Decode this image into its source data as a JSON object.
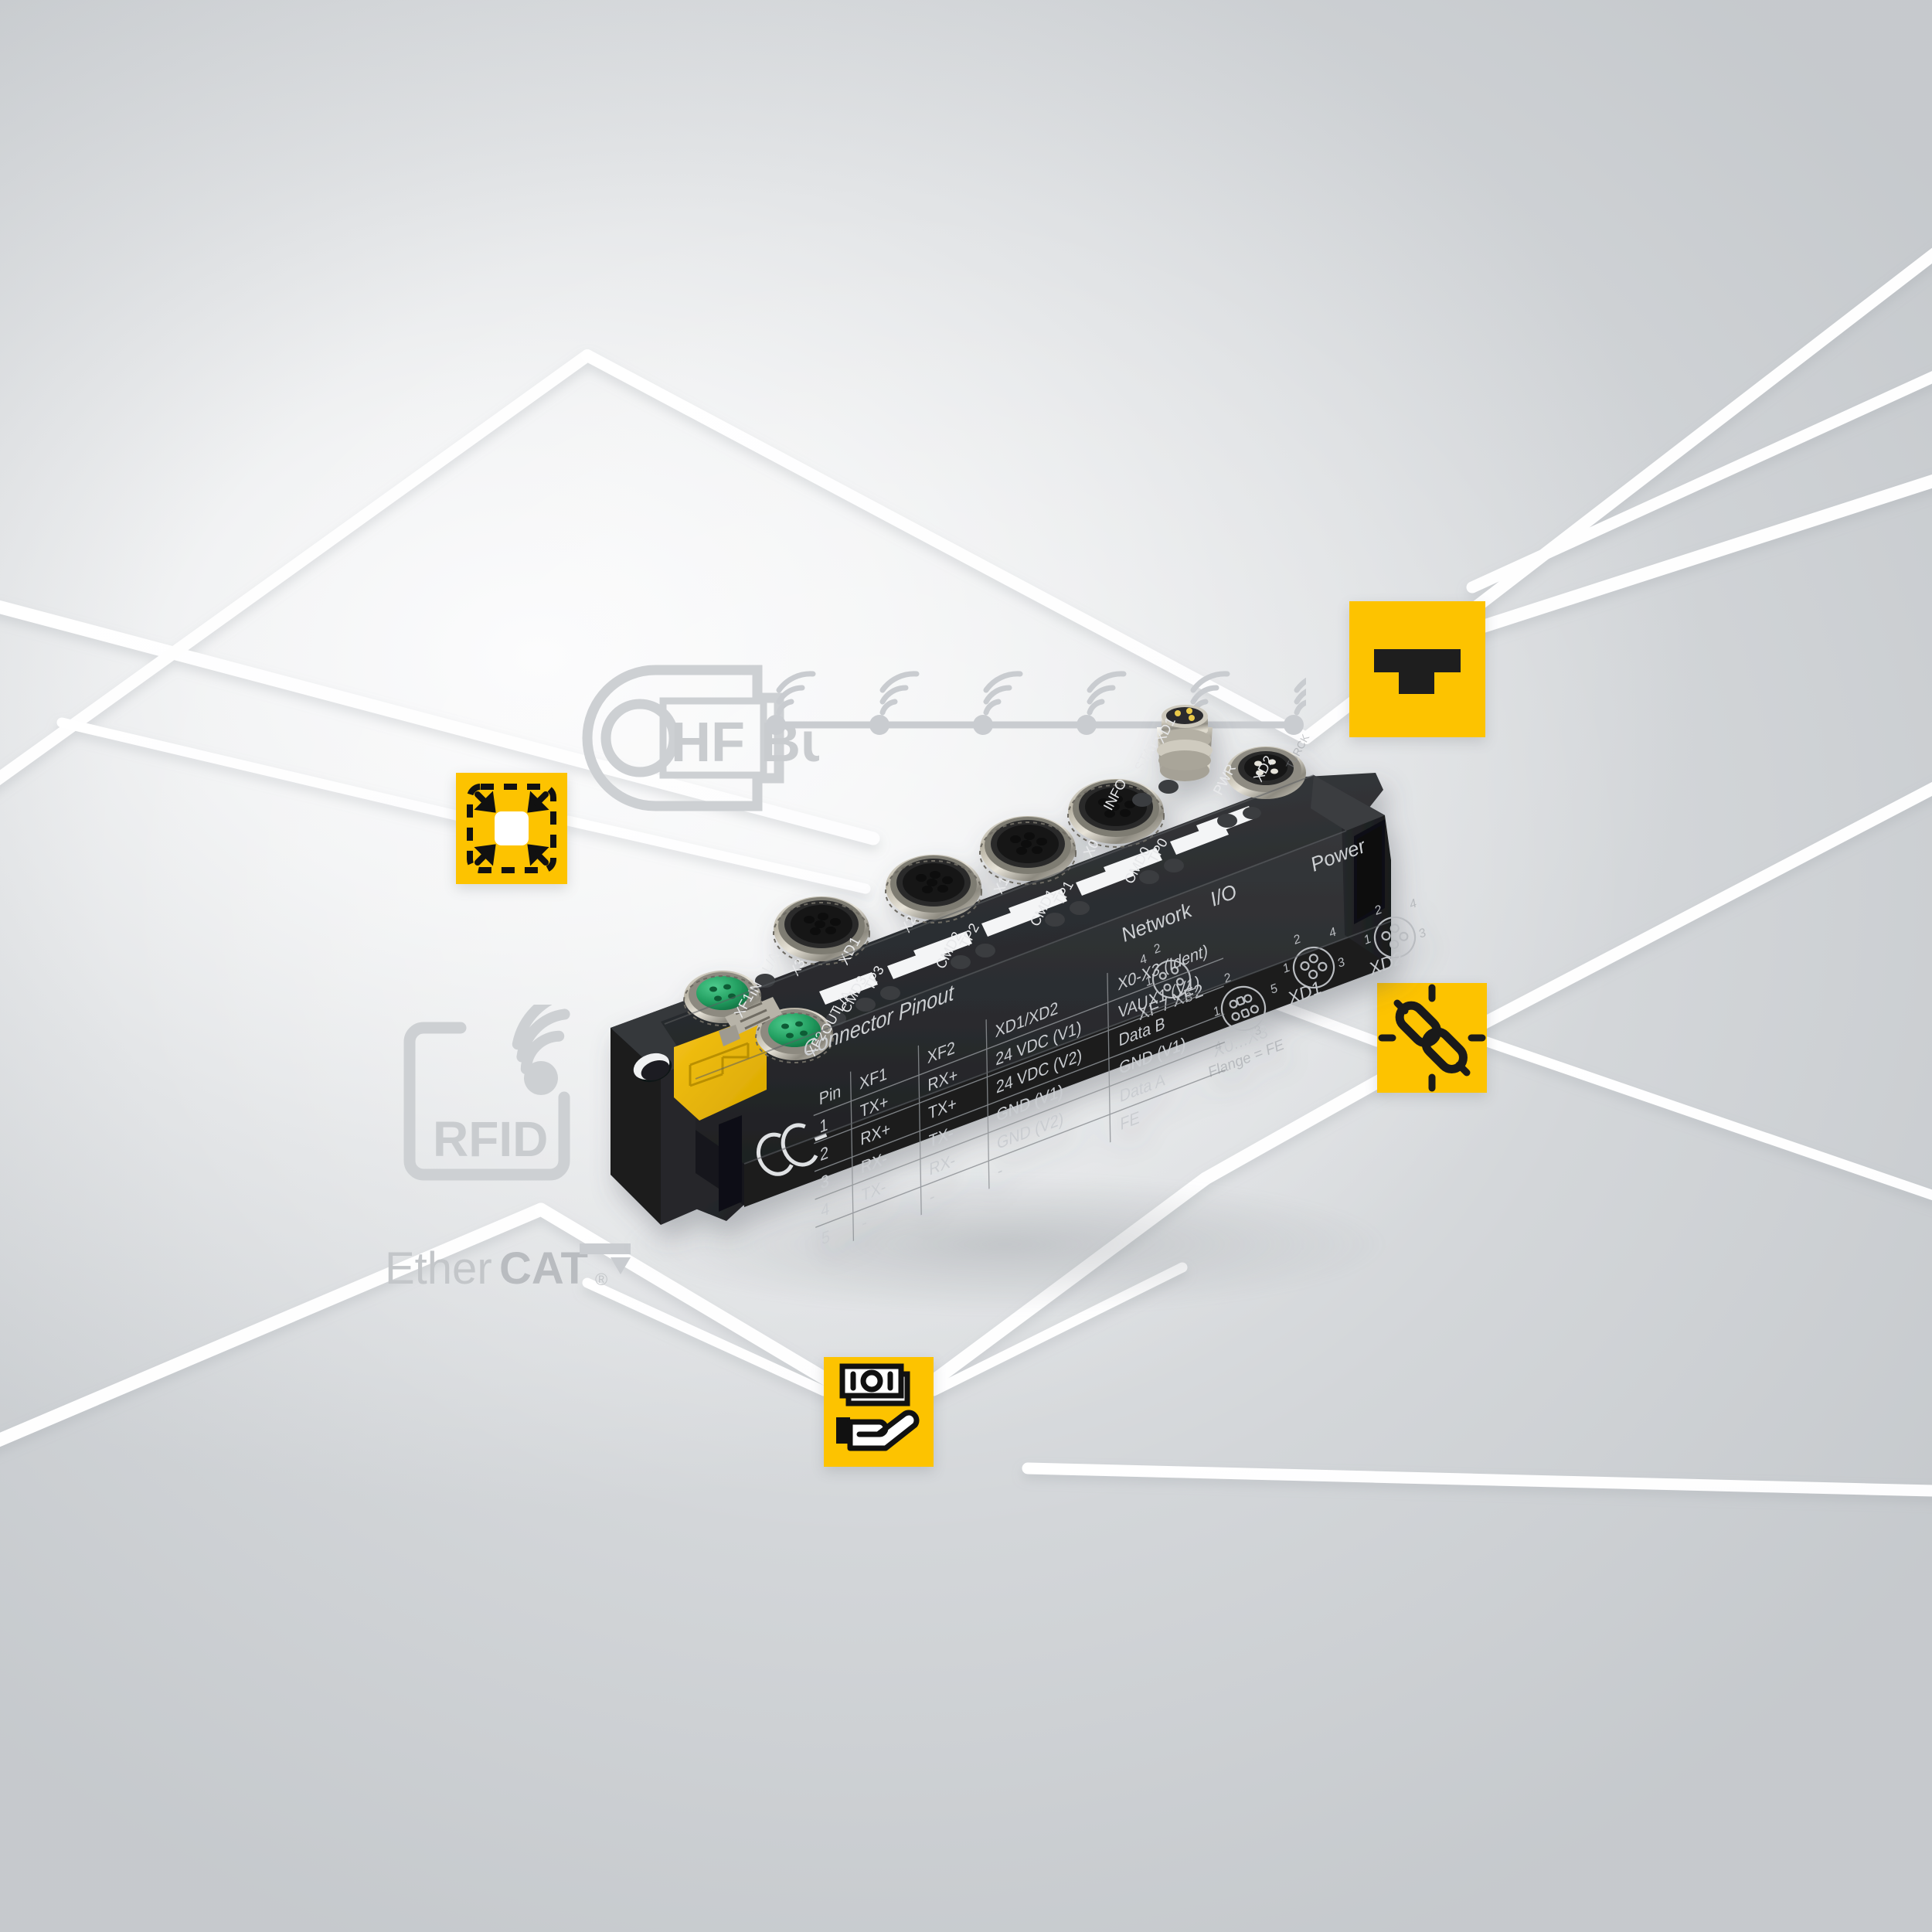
{
  "scene": {
    "title": "Turck TBEN-S EtherCAT RFID interface product visual",
    "background_color": "#e7e9eb",
    "accent_color": "#fdc300",
    "device_color": "#2b2d30"
  },
  "watermarks": [
    {
      "id": "hf-bus",
      "label": "HF Bus",
      "color": "#cdd0d3"
    },
    {
      "id": "rfid",
      "label": "RFID",
      "color": "#cdd0d3"
    },
    {
      "id": "ethercat",
      "label_light": "Ether",
      "label_bold": "CAT",
      "label_mark": "®",
      "color": "#c3c6c9"
    }
  ],
  "feature_icons": [
    {
      "id": "turck-logo",
      "name": "turck-t-logo-icon",
      "title": "Turck",
      "bg": "#fdc300",
      "fg": "#1e1e1e"
    },
    {
      "id": "compact",
      "name": "compact-design-icon",
      "title": "Compact design",
      "bg": "#fdc300",
      "fg": "#111111"
    },
    {
      "id": "chain",
      "name": "chain-link-icon",
      "title": "Connectivity",
      "bg": "#fdc300",
      "fg": "#1a1a1a"
    },
    {
      "id": "cost",
      "name": "cost-effective-icon",
      "title": "Cost effective",
      "bg": "#fdc300",
      "fg": "#111111"
    }
  ],
  "device": {
    "top_face": {
      "status_leds": [
        "XD1",
        "STAT",
        "INFO",
        "PWR",
        "XD2"
      ],
      "channel_ports": [
        "X0",
        "X1",
        "X2",
        "X3"
      ],
      "channel_leds_tp": [
        "TP0",
        "TP1",
        "TP2",
        "TP3"
      ],
      "channel_leds_cmd": [
        "CMD0",
        "CMD1",
        "CMD2",
        "CMD3"
      ],
      "ethernet_ports": [
        {
          "label": "L/A",
          "sub": "IN",
          "port": "XF1"
        },
        {
          "label": "L/A",
          "sub": "OUT",
          "port": "XF2"
        }
      ]
    },
    "front_face": {
      "sections": [
        "Network",
        "I/O",
        "Power"
      ],
      "pin_diagrams": [
        {
          "name": "XF / XF2",
          "pins": [
            "1",
            "2",
            "3",
            "4"
          ]
        },
        {
          "name": "X0...X3",
          "note": "Flange = FE",
          "pins": [
            "1",
            "2",
            "3",
            "4",
            "5"
          ]
        },
        {
          "name": "XD1",
          "pins": [
            "1",
            "2",
            "3",
            "4"
          ]
        },
        {
          "name": "XD2",
          "pins": [
            "1",
            "2",
            "3",
            "4"
          ]
        }
      ],
      "ce_mark": "CE"
    },
    "pinout_table": {
      "title": "Connector Pinout",
      "headers": [
        "Pin",
        "XF1",
        "XF2",
        "XD1/XD2",
        "X0-X3 (Ident)"
      ],
      "rows": [
        [
          "1",
          "TX+",
          "RX+",
          "24 VDC (V1)",
          "VAUX1 (V1)"
        ],
        [
          "2",
          "RX+",
          "TX+",
          "24 VDC (V2)",
          "Data B"
        ],
        [
          "3",
          "RX-",
          "TX-",
          "GND (V1)",
          "GND (V1)"
        ],
        [
          "4",
          "TX-",
          "RX-",
          "GND (V2)",
          "Data A"
        ],
        [
          "5",
          "-",
          "-",
          "-",
          "FE"
        ]
      ]
    }
  }
}
